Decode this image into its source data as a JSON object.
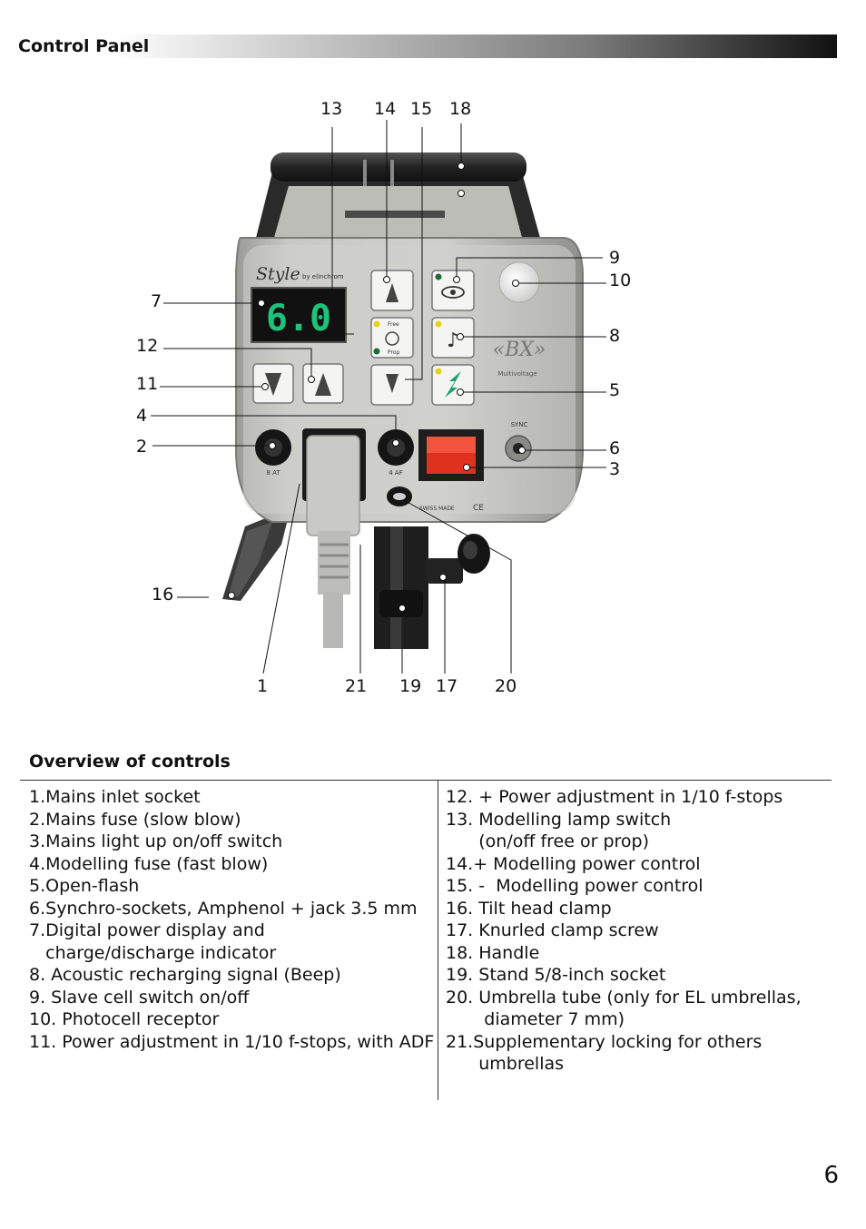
{
  "header": {
    "title": "Control Panel"
  },
  "figure": {
    "brand": "Style",
    "brand_sub": "by elinchrom",
    "display_value": "6.0",
    "model_badge": "«BX»",
    "model_sub": "Multivoltage",
    "sync_label": "SYNC",
    "fuse_left_label": "8 AT",
    "fuse_right_label": "4 AF",
    "swiss_label": "SWISS MADE",
    "ce_label": "CE",
    "free_label": "Free",
    "prop_label": "Prop",
    "callouts": {
      "c1": "1",
      "c2": "2",
      "c3": "3",
      "c4": "4",
      "c5": "5",
      "c6": "6",
      "c7": "7",
      "c8": "8",
      "c9": "9",
      "c10": "10",
      "c11": "11",
      "c12": "12",
      "c13": "13",
      "c14": "14",
      "c15": "15",
      "c16": "16",
      "c17": "17",
      "c18": "18",
      "c19": "19",
      "c20": "20",
      "c21": "21"
    }
  },
  "overview": {
    "title": "Overview of controls",
    "left_items": [
      "1.Mains inlet socket",
      "2.Mains fuse (slow blow)",
      "3.Mains light up on/off switch",
      "4.Modelling fuse (fast blow)",
      "5.Open-flash",
      "6.Synchro-sockets, Amphenol + jack 3.5 mm",
      "7.Digital power display and",
      "   charge/discharge indicator",
      "8. Acoustic recharging signal (Beep)",
      "9. Slave cell switch on/off",
      "10. Photocell receptor",
      "11. Power adjustment in 1/10 f-stops, with ADF"
    ],
    "right_items": [
      "12. + Power adjustment in 1/10 f-stops",
      "13. Modelling lamp switch",
      "      (on/off free or prop)",
      "14.+ Modelling power control",
      "15. -  Modelling power control",
      "16. Tilt head clamp",
      "17. Knurled clamp screw",
      "18. Handle",
      "19. Stand 5/8-inch socket",
      "20. Umbrella tube (only for EL umbrellas,",
      "       diameter 7 mm)",
      "21.Supplementary locking for others",
      "      umbrellas"
    ]
  },
  "page_number": "6"
}
